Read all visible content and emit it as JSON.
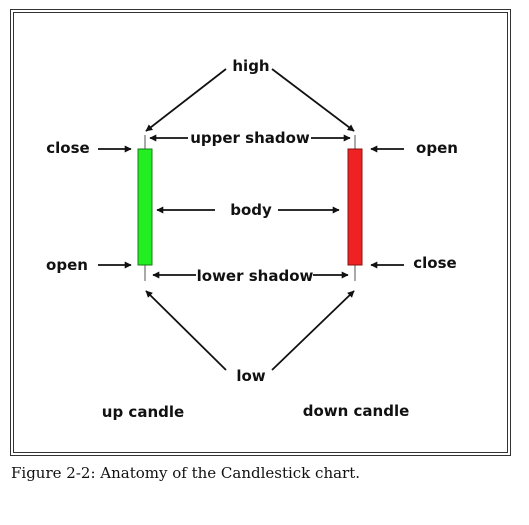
{
  "diagram": {
    "labels": {
      "high": "high",
      "upper_shadow": "upper shadow",
      "body": "body",
      "lower_shadow": "lower shadow",
      "low": "low",
      "close_left": "close",
      "open_left": "open",
      "open_right": "open",
      "close_right": "close",
      "up_candle": "up candle",
      "down_candle": "down candle"
    },
    "colors": {
      "up_candle": "#22ee22",
      "down_candle": "#ee2222",
      "arrows": "#111111",
      "border": "#333333"
    }
  },
  "caption": "Figure 2-2: Anatomy of the Candlestick chart."
}
